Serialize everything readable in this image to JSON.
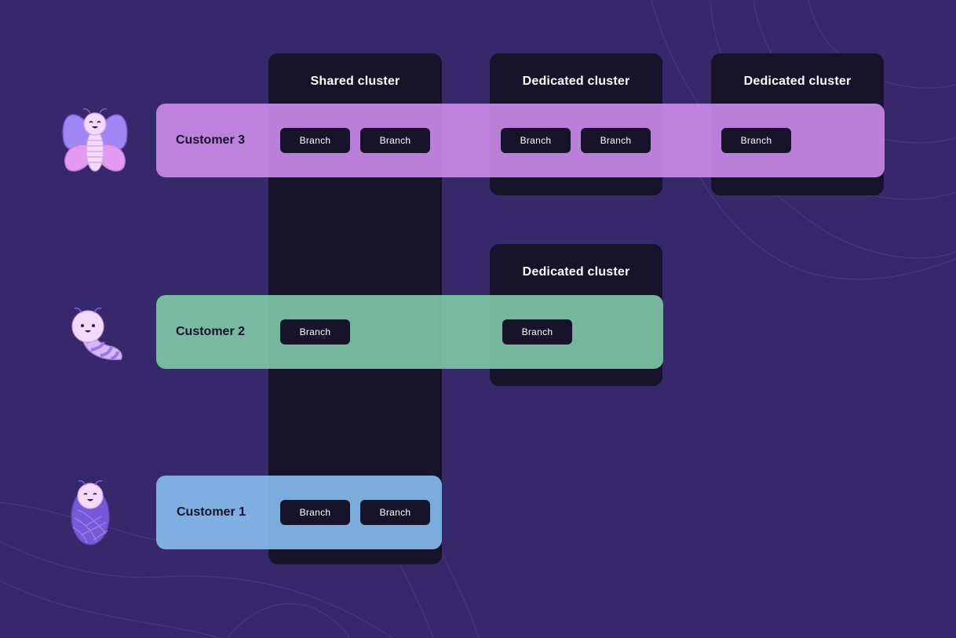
{
  "colors": {
    "background": "#37276b",
    "cluster": "#16132a",
    "customer3_band": "#c98ae8",
    "customer2_band": "#7fc4a6",
    "customer1_band": "#86baea",
    "branch": "#16132a"
  },
  "clusters": {
    "shared": {
      "title": "Shared cluster"
    },
    "dedicated_top_middle": {
      "title": "Dedicated cluster"
    },
    "dedicated_top_right": {
      "title": "Dedicated cluster"
    },
    "dedicated_mid": {
      "title": "Dedicated cluster"
    }
  },
  "customers": {
    "c3": {
      "label": "Customer 3",
      "mascot_icon": "butterfly-icon"
    },
    "c2": {
      "label": "Customer 2",
      "mascot_icon": "caterpillar-icon"
    },
    "c1": {
      "label": "Customer 1",
      "mascot_icon": "cocoon-icon"
    }
  },
  "branch_label": "Branch"
}
